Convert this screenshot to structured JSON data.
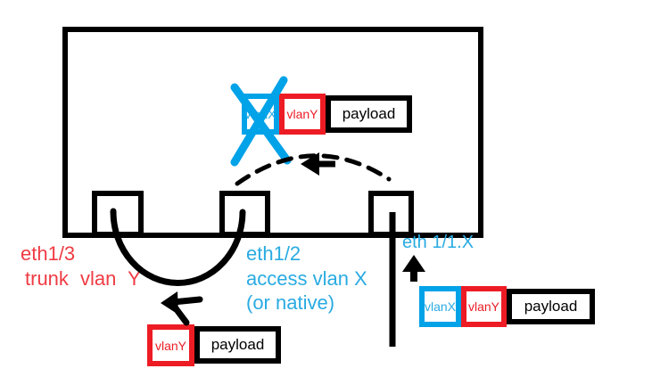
{
  "colors": {
    "outline_black": "#000000",
    "vlan_red": "#ed1c24",
    "vlan_blue": "#00a2e8",
    "blue_label_text": "#29abe2",
    "red_label_text": "#ef3b43"
  },
  "switch": {
    "ports": [
      {
        "name": "eth1/3",
        "label_line1": "eth1/3",
        "label_line2": "trunk vlan Y"
      },
      {
        "name": "eth1/2",
        "label_line1": "eth1/2",
        "label_line2": "access vlan X",
        "label_line3": "(or native)"
      },
      {
        "name": "eth1/1.X",
        "label_line1": "eth 1/1.X"
      }
    ]
  },
  "packets": {
    "in_switch": {
      "vlanx": "vlanX",
      "vlany": "vlanY",
      "payload": "payload",
      "vlanx_crossed_out": true
    },
    "egress_trunk": {
      "vlany": "vlanY",
      "payload": "payload"
    },
    "ingress_double_tagged": {
      "vlanx": "vlanX",
      "vlany": "vlanY",
      "payload": "payload"
    }
  }
}
